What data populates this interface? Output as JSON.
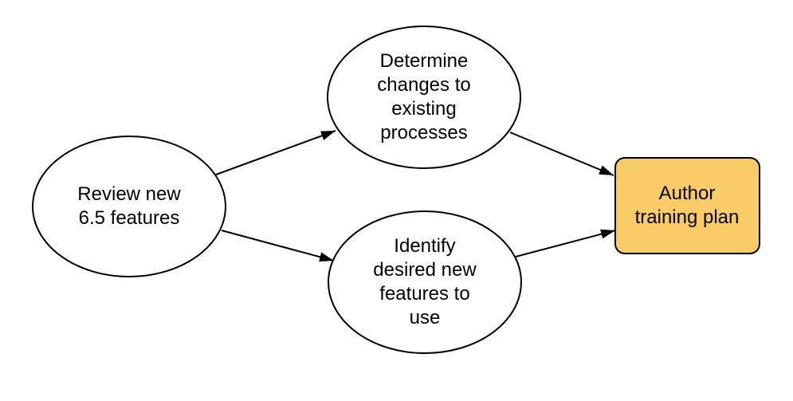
{
  "diagram": {
    "background_color": "#ffffff",
    "line_color": "#000000",
    "text_color": "#000000",
    "nodes": [
      {
        "id": "review-new-features",
        "shape": "ellipse",
        "label": "Review new\n6.5 features",
        "fill": "#ffffff"
      },
      {
        "id": "determine-changes",
        "shape": "ellipse",
        "label": "Determine\nchanges to\nexisting\nprocesses",
        "fill": "#ffffff"
      },
      {
        "id": "identify-new-features",
        "shape": "ellipse",
        "label": "Identify\ndesired new\nfeatures to\nuse",
        "fill": "#ffffff"
      },
      {
        "id": "author-training-plan",
        "shape": "rounded-rectangle",
        "label": "Author\ntraining plan",
        "fill": "#F9CB67"
      }
    ],
    "edges": [
      {
        "from": "review-new-features",
        "to": "determine-changes"
      },
      {
        "from": "review-new-features",
        "to": "identify-new-features"
      },
      {
        "from": "determine-changes",
        "to": "author-training-plan"
      },
      {
        "from": "identify-new-features",
        "to": "author-training-plan"
      }
    ]
  }
}
